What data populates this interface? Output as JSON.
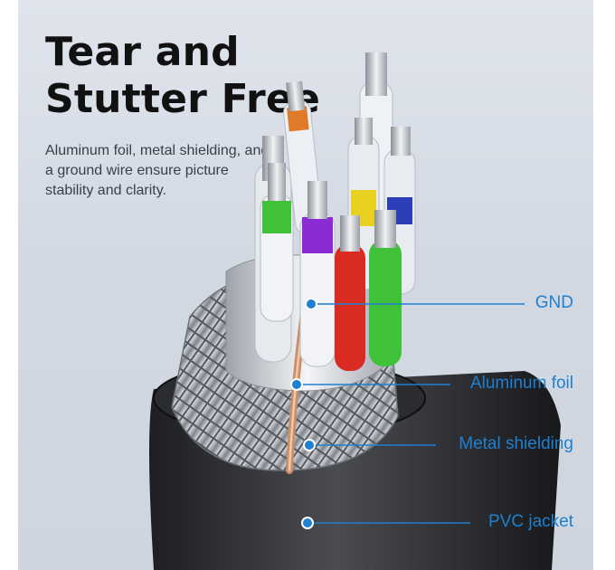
{
  "headline": {
    "line1": "Tear and",
    "line2": "Stutter Free"
  },
  "description": {
    "line1": "Aluminum foil, metal shielding, and",
    "line2": "a ground wire ensure picture",
    "line3": "stability and clarity."
  },
  "callouts": [
    {
      "label": "GND"
    },
    {
      "label": "Aluminum foil"
    },
    {
      "label": "Metal shielding"
    },
    {
      "label": "PVC jacket"
    }
  ],
  "colors": {
    "accent": "#1f7fd1",
    "headline": "#111111",
    "jacket": "#2a2b2e",
    "wire_green": "#3fc23a",
    "wire_red": "#d92b22",
    "wire_purple": "#8a2bd3",
    "wire_orange": "#e07a2a",
    "wire_yellow": "#e8d21f",
    "wire_blue": "#2c3fb8"
  }
}
